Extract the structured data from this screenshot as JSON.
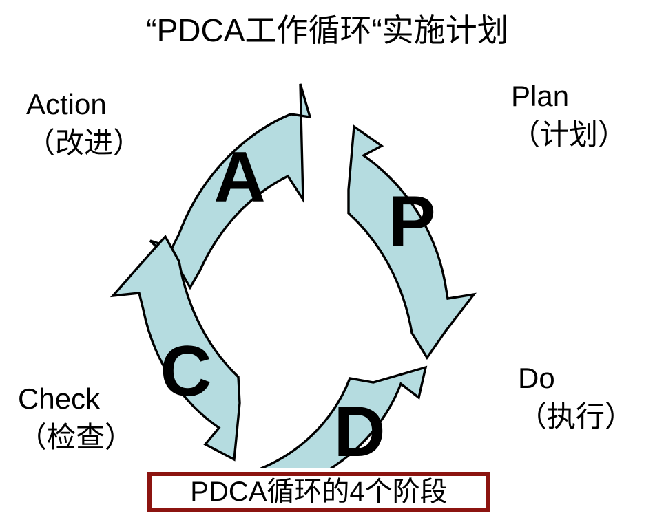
{
  "slide": {
    "title": "“PDCA工作循环“实施计划",
    "background_color": "#ffffff"
  },
  "diagram": {
    "name": "pdca-cycle",
    "direction": "clockwise",
    "arrow_fill": "#b5dce0",
    "arrow_stroke": "#000000",
    "letter_color": "#000000",
    "stages": [
      {
        "key": "P",
        "letter": "P",
        "english": "Plan",
        "chinese": "（计划）",
        "position": "top-right",
        "points_to": "down"
      },
      {
        "key": "D",
        "letter": "D",
        "english": "Do",
        "chinese": "（执行）",
        "position": "bottom-right",
        "points_to": "left"
      },
      {
        "key": "C",
        "letter": "C",
        "english": "Check",
        "chinese": "（检查）",
        "position": "bottom-left",
        "points_to": "up"
      },
      {
        "key": "A",
        "letter": "A",
        "english": "Action",
        "chinese": "（改进）",
        "position": "top-left",
        "points_to": "right"
      }
    ]
  },
  "caption": {
    "text": "PDCA循环的4个阶段",
    "border_color": "#8c1410",
    "background_color": "#ffffff"
  }
}
